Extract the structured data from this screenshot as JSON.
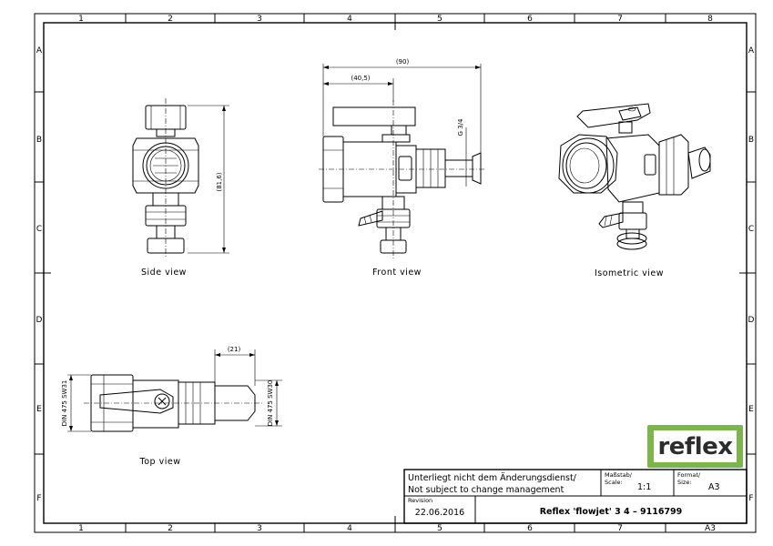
{
  "grid": {
    "columns": [
      "1",
      "2",
      "3",
      "4",
      "5",
      "6",
      "7",
      "8"
    ],
    "rows": [
      "A",
      "B",
      "C",
      "D",
      "E",
      "F"
    ],
    "bottom_right_cell": "A3"
  },
  "views": {
    "side": "Side view",
    "front": "Front view",
    "isometric": "Isometric view",
    "top": "Top view"
  },
  "dimensions": {
    "side_height": "(81,6)",
    "front_overall": "(90)",
    "front_partial": "(40,5)",
    "front_thread": "G 3/4",
    "top_length": "(21)",
    "top_left_spec": "DIN 475 SW31",
    "top_right_spec": "DIN 475 SW30"
  },
  "title_block": {
    "notice_de": "Unterliegt nicht dem Änderungsdienst/",
    "notice_en": "Not subject to change management",
    "scale_label_de": "Maßstab/",
    "scale_label_en": "Scale:",
    "scale_value": "1:1",
    "format_label_de": "Format/",
    "format_label_en": "Size:",
    "format_value": "A3",
    "revision_label": "Revision",
    "revision_date": "22.06.2016",
    "part_name": "Reflex 'flowjet' 3 4 – 9116799"
  },
  "logo": {
    "text": "reflex",
    "color": "#7ab648"
  }
}
